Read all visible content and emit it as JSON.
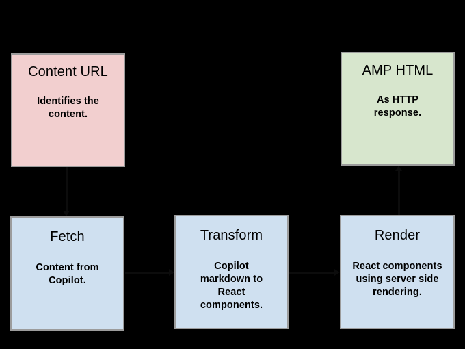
{
  "diagram": {
    "background_color": "#000000",
    "border_color": "#9c9c9c",
    "nodes": [
      {
        "id": "content-url",
        "title": "Content URL",
        "description": "Identifies the content.",
        "color": "#f2cfcf"
      },
      {
        "id": "amp-html",
        "title": "AMP HTML",
        "description": "As HTTP response.",
        "color": "#d7e6cd"
      },
      {
        "id": "fetch",
        "title": "Fetch",
        "description": "Content from Copilot.",
        "color": "#cfe0f0"
      },
      {
        "id": "transform",
        "title": "Transform",
        "description": "Copilot markdown to React components.",
        "color": "#cfe0f0"
      },
      {
        "id": "render",
        "title": "Render",
        "description": "React components using server side rendering.",
        "color": "#cfe0f0"
      }
    ],
    "edges": [
      {
        "id": "url-to-fetch",
        "from": "content-url",
        "to": "fetch",
        "direction": "down"
      },
      {
        "id": "fetch-to-transform",
        "from": "fetch",
        "to": "transform",
        "direction": "right"
      },
      {
        "id": "transform-to-render",
        "from": "transform",
        "to": "render",
        "direction": "right"
      },
      {
        "id": "render-to-amp",
        "from": "render",
        "to": "amp-html",
        "direction": "up"
      }
    ]
  }
}
